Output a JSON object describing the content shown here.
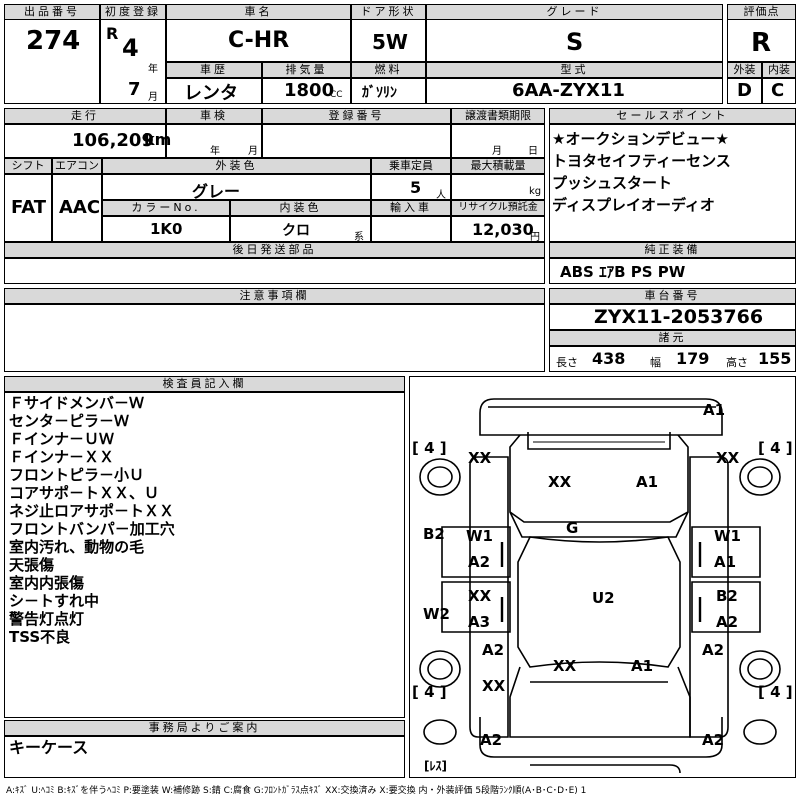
{
  "header": {
    "lot_label": "出品番号",
    "lot": "274",
    "first_reg_label": "初度登録",
    "era": "R",
    "reg_year": "4",
    "year_unit": "年",
    "reg_month": "7",
    "month_unit": "月",
    "car_name_label": "車名",
    "car_name": "C-HR",
    "door_label": "ドア形状",
    "door": "5W",
    "grade_label": "グレード",
    "grade": "S",
    "score_label": "評価点",
    "score": "R",
    "history_label": "車歴",
    "history": "レンタ",
    "displacement_label": "排気量",
    "displacement": "1800",
    "cc": "CC",
    "fuel_label": "燃料",
    "fuel": "ｶﾞｿﾘﾝ",
    "model_label": "型式",
    "model": "6AA-ZYX11",
    "ext_label": "外装",
    "ext_score": "D",
    "int_label": "内装",
    "int_score": "C"
  },
  "row2": {
    "mileage_label": "走行",
    "mileage": "106,209",
    "km": "km",
    "inspection_label": "車検",
    "insp_year": "年",
    "insp_month": "月",
    "regno_label": "登録番号",
    "transfer_label": "譲渡書類期限",
    "transfer_month": "月",
    "transfer_day": "日",
    "shift_label": "シフト",
    "shift": "FAT",
    "aircon_label": "エアコン",
    "aircon": "AAC",
    "color_label": "外装色",
    "color": "グレー",
    "capacity_label": "乗車定員",
    "capacity": "5",
    "capacity_unit": "人",
    "maxload_label": "最大積載量",
    "maxload_unit": "kg",
    "colorno_label": "カラーNo.",
    "colorno": "1K0",
    "intcolor_label": "内装色",
    "intcolor": "クロ",
    "intcolor_unit": "系",
    "import_label": "輸入車",
    "recycle_label": "リサイクル預託金",
    "recycle": "12,030",
    "yen": "円",
    "later_label": "後日発送部品"
  },
  "sales_point": {
    "label": "セールスポイント",
    "items": [
      "★オークションデビュー★",
      "トヨタセイフティーセンス",
      "プッシュスタート",
      "ディスプレイオーディオ"
    ]
  },
  "equipment": {
    "label": "純正装備",
    "value": "ABS ｴｱB PS PW"
  },
  "notes": {
    "label": "注意事項欄"
  },
  "chassis": {
    "label": "車台番号",
    "value": "ZYX11-2053766",
    "specs_label": "諸元",
    "length_label": "長さ",
    "length": "438",
    "width_label": "幅",
    "width": "179",
    "height_label": "高さ",
    "height": "155"
  },
  "inspector": {
    "label": "検査員記入欄",
    "items": [
      "Ｆサイドメンバ－Ｗ",
      "センタ－ピラ－Ｗ",
      "Ｆインナ－ＵＷ",
      "Ｆインナ－ＸＸ",
      "フロントピラ－小Ｕ",
      "コアサポ－トＸＸ、Ｕ",
      "ネジ止ロアサポ－トＸＸ",
      "フロントバンパ－加工穴",
      "室内汚れ、動物の毛",
      "天張傷",
      "室内内張傷",
      "シ－トすれ中",
      "警告灯点灯",
      "TSS不良"
    ]
  },
  "office": {
    "label": "事務局よりご案内",
    "items": [
      "キーケース"
    ]
  },
  "diagram": {
    "labels": [
      "A1",
      "[ 4 ]",
      "[ 4 ]",
      "XX",
      "XX",
      "XX",
      "A1",
      "G",
      "B2",
      "W1",
      "A2",
      "W1",
      "A1",
      "XX",
      "A3",
      "U2",
      "B2",
      "A2",
      "W2",
      "A2",
      "A2",
      "XX",
      "A1",
      "XX",
      "[ 4 ]",
      "[ 4 ]",
      "A2",
      "A2",
      "[ﾚｽ]"
    ]
  },
  "legend": "A:ｷｽﾞ U:ﾍｺﾐ B:ｷｽﾞを伴うﾍｺﾐ P:要塗装 W:補修跡 S:錆 C:腐食 G:ﾌﾛﾝﾄｶﾞﾗｽ点ｷｽﾞ XX:交換済み X:要交換 内・外装評価 5段階ﾗﾝｸ順(A･B･C･D･E) 1"
}
